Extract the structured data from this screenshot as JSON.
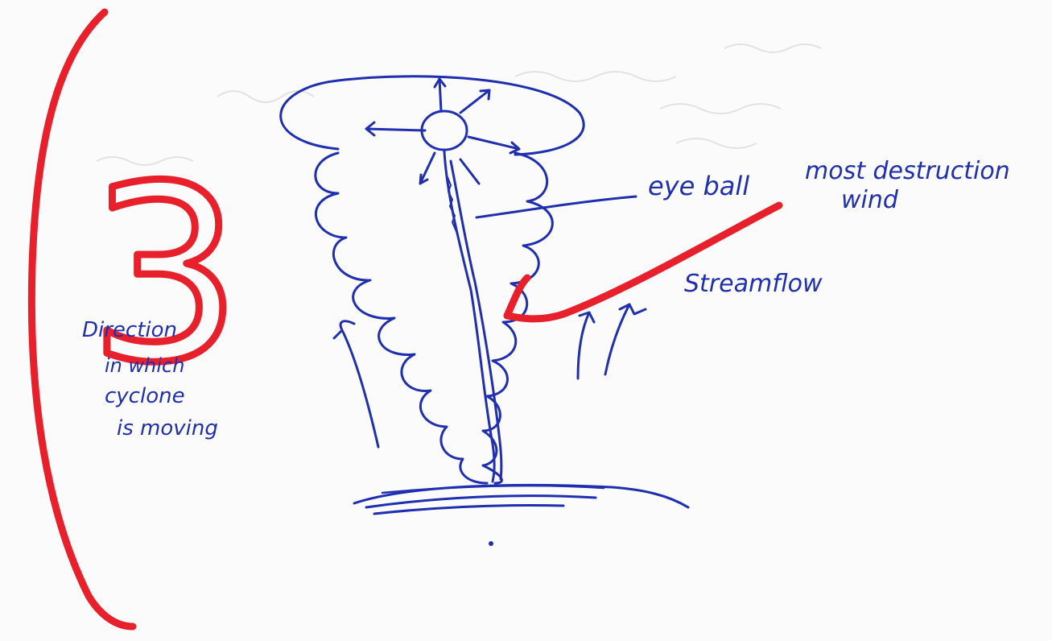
{
  "colors": {
    "paper": "#fbfbfb",
    "ink": "#1f2fb0",
    "red_marker": "#e8202c",
    "bleed": "#d8d8d8"
  },
  "labels": {
    "eye": "eye ball",
    "destruction_line1": "most destruction",
    "destruction_line2": "wind",
    "stream": "Streamflow",
    "direction_line1": "Direction",
    "direction_line2": "in which",
    "direction_line3": "cyclone",
    "direction_line4": "is moving"
  },
  "mark": {
    "grade": "3"
  }
}
